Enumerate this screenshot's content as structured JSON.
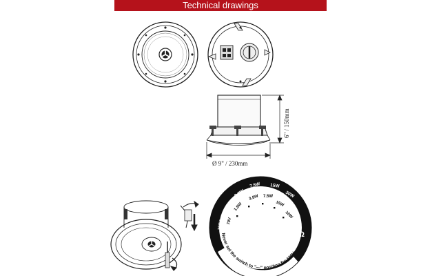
{
  "header": {
    "title": "Technical drawings",
    "bar_color": "#b5121b"
  },
  "dimensions": {
    "height_label": "6\" / 150mm",
    "diameter_label": "Ø 9\" / 230mm"
  },
  "tap_switch": {
    "voltage_labels": [
      "100V",
      "70V"
    ],
    "outer_watt_labels": [
      "3.8W",
      "7.5W",
      "15W",
      "30W"
    ],
    "inner_watt_labels": [
      "1.9W",
      "3.8W",
      "7.5W",
      "15W",
      "30W"
    ],
    "impedance_label": "8 Ω",
    "warning_text": "Never set the switch to \"—\" position for 100V"
  }
}
